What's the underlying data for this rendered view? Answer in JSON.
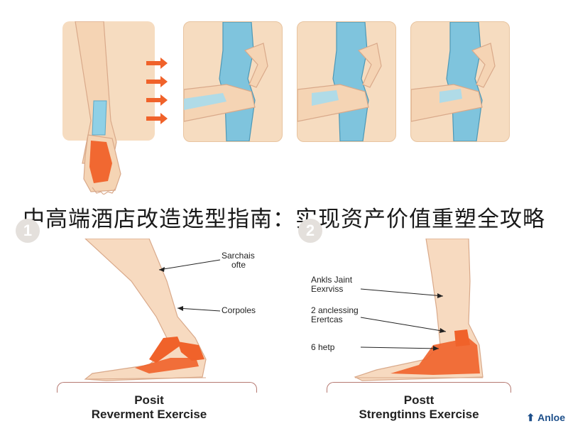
{
  "caption": "中高端酒店改造选型指南：实现资产价值重塑全攻略",
  "badges": [
    "1",
    "2"
  ],
  "left_annotations": {
    "label1_line1": "Sarchais",
    "label1_line2": "ofte",
    "label2": "Corpoles"
  },
  "right_annotations": {
    "label1_line1": "Ankls Jaint",
    "label1_line2": "Eexrviss",
    "label2_line1": "2 anclessing",
    "label2_line2": "Erertcas",
    "label3": "6 hetp"
  },
  "left_title": {
    "line1": "Posit",
    "line2": "Reverment Exercise"
  },
  "right_title": {
    "line1": "Postt",
    "line2": "Strengtinns Exercise"
  },
  "corner_logo": "Anloe",
  "colors": {
    "skin": "#f5d7b8",
    "panel_bg": "#f6dcc0",
    "tape_blue": "#7fc4dd",
    "orange": "#f0622a"
  }
}
